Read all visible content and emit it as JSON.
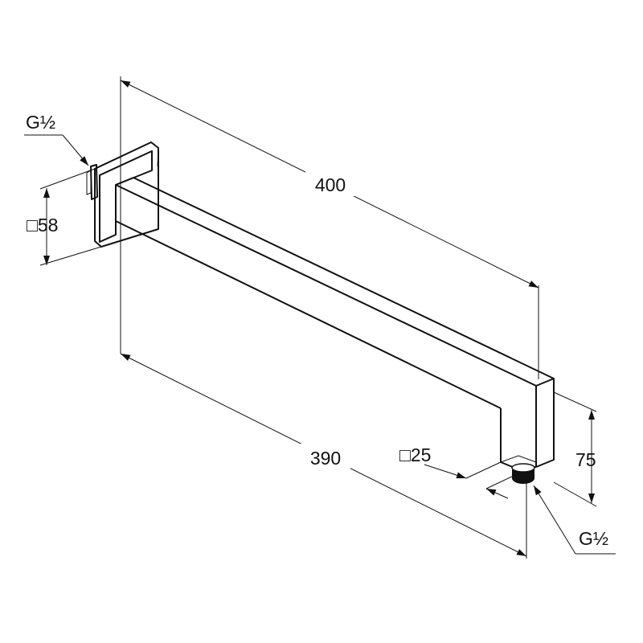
{
  "dimensions": {
    "length_top": "400",
    "length_bottom": "390",
    "flange_size": "□58",
    "arm_size": "□25",
    "drop_height": "75",
    "thread_wall": "G½",
    "thread_outlet": "G½"
  },
  "colors": {
    "line": "#111111",
    "background": "#ffffff"
  }
}
